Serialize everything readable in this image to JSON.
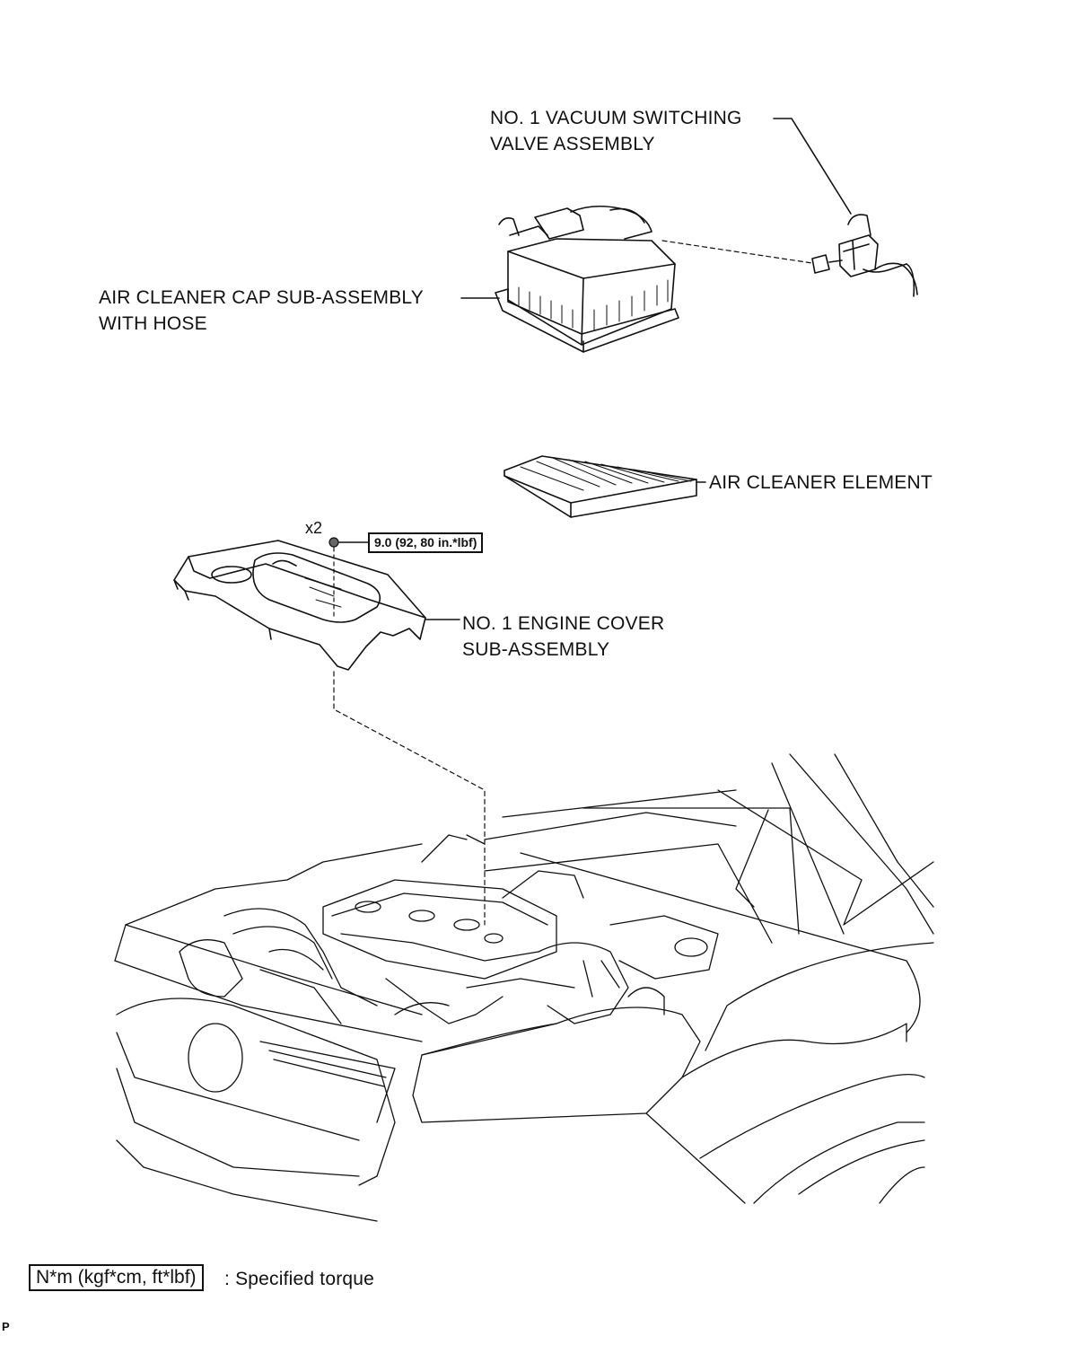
{
  "labels": {
    "vsv_line1": "NO. 1 VACUUM SWITCHING",
    "vsv_line2": "VALVE ASSEMBLY",
    "aircap_line1": "AIR CLEANER CAP SUB-ASSEMBLY",
    "aircap_line2": "WITH HOSE",
    "element": "AIR CLEANER ELEMENT",
    "cover_line1": "NO. 1 ENGINE COVER",
    "cover_line2": "SUB-ASSEMBLY",
    "qty": "x2",
    "torque": "9.0 (92, 80 in.*lbf)"
  },
  "legend": {
    "box": "N*m (kgf*cm, ft*lbf)",
    "text": ": Specified torque"
  },
  "corner_mark": "P",
  "colors": {
    "line": "#111111",
    "background": "#ffffff"
  }
}
